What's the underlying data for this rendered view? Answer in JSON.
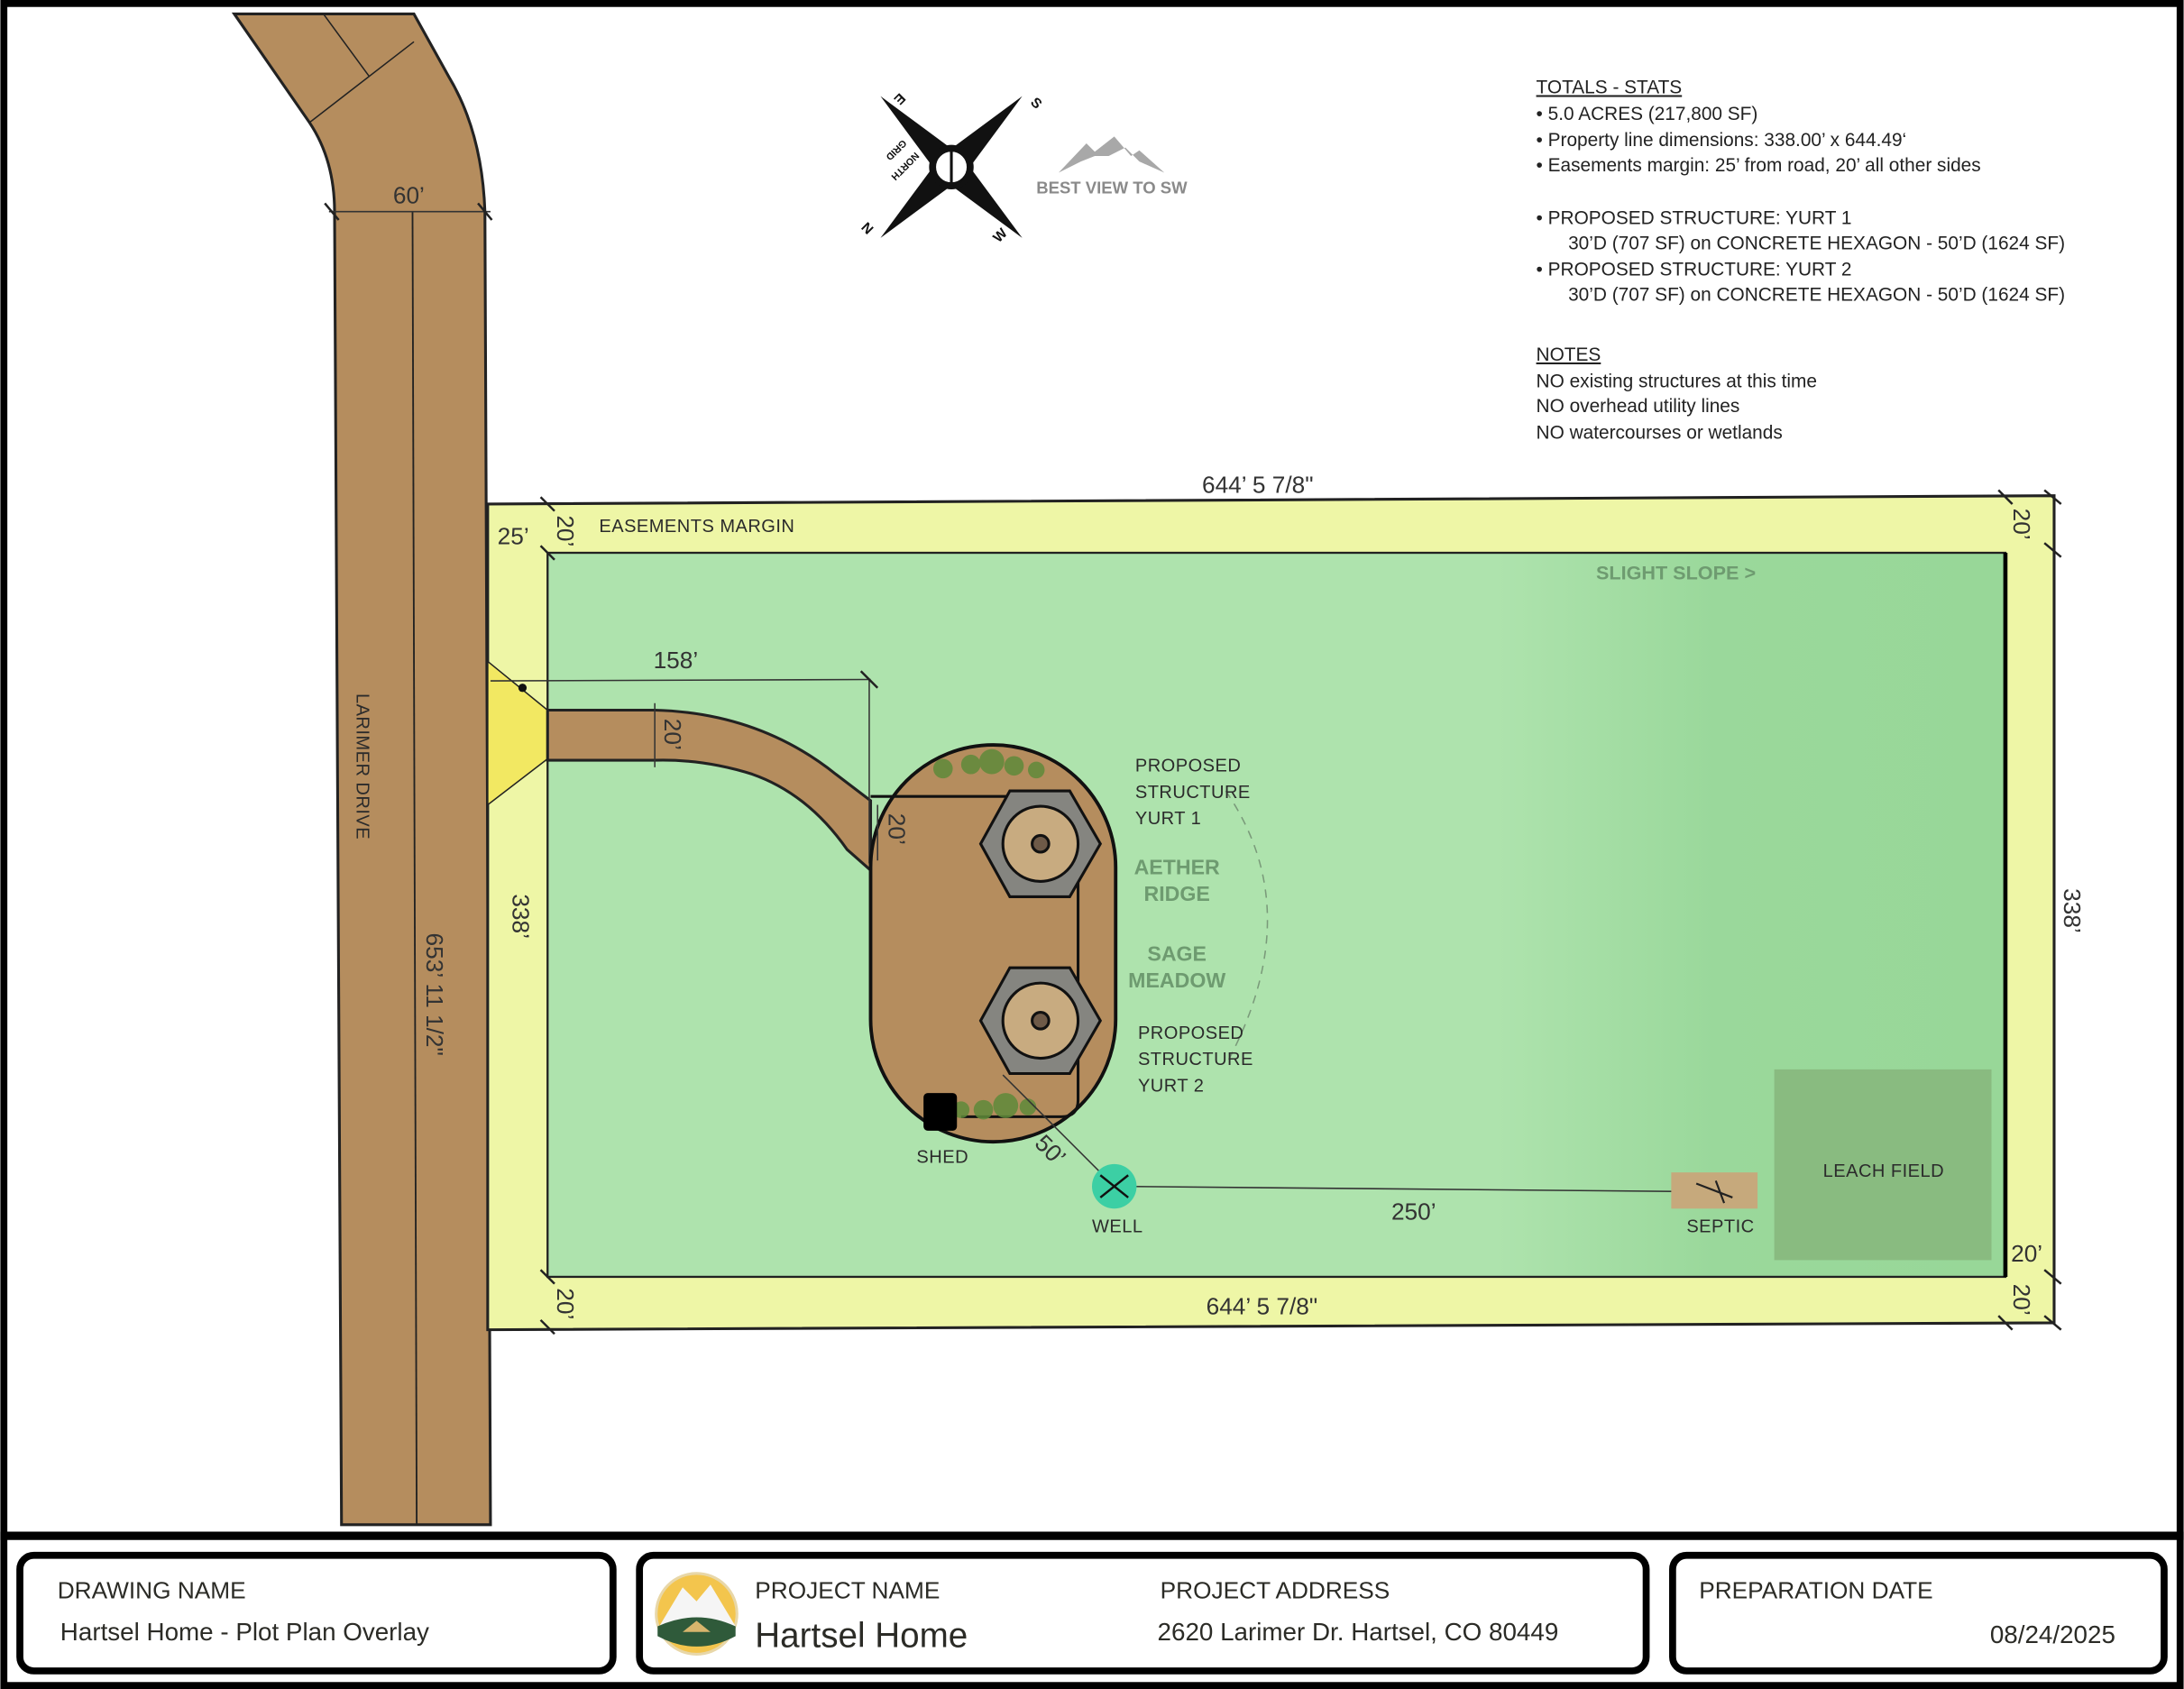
{
  "stats": {
    "heading": "TOTALS - STATS",
    "lines": [
      "• 5.0 ACRES (217,800 SF)",
      "• Property line dimensions: 338.00’ x 644.49‘",
      "• Easements margin: 25’ from road, 20’ all other sides",
      "• PROPOSED STRUCTURE: YURT 1",
      "30’D (707 SF) on CONCRETE HEXAGON - 50’D (1624 SF)",
      "• PROPOSED STRUCTURE: YURT 2",
      "30’D (707 SF) on CONCRETE HEXAGON - 50’D (1624 SF)"
    ]
  },
  "notes": {
    "heading": "NOTES",
    "lines": [
      "NO existing structures at this time",
      "NO overhead utility lines",
      "NO watercourses or wetlands"
    ]
  },
  "compass": {
    "n": "N",
    "s": "S",
    "e": "E",
    "w": "W",
    "grid": "GRID",
    "north": "NORTH"
  },
  "view_badge": "BEST VIEW TO SW",
  "labels": {
    "road": "LARIMER DRIVE",
    "easement": "EASEMENTS MARGIN",
    "slope": "SLIGHT SLOPE >",
    "yurt1": [
      "PROPOSED",
      "STRUCTURE",
      "YURT 1"
    ],
    "yurt2": [
      "PROPOSED",
      "STRUCTURE",
      "YURT 2"
    ],
    "area1": [
      "AETHER",
      "RIDGE"
    ],
    "area2": [
      "SAGE",
      "MEADOW"
    ],
    "shed": "SHED",
    "well": "WELL",
    "septic": "SEPTIC",
    "leach": "LEACH FIELD"
  },
  "dimensions": {
    "top": "644’ 5 7/8\"",
    "bottom": "644’ 5 7/8\"",
    "right": "338’",
    "left": "338’",
    "road_length": "653’ 11 1/2\"",
    "road_width": "60’",
    "road_setback": "25’",
    "setback_20_top_left": "20’",
    "setback_20_bottom_left": "20’",
    "setback_20_top_right": "20’",
    "setback_20_bottom_right_a": "20’",
    "setback_20_bottom_right_b": "20’",
    "drive_length": "158’",
    "drive_width": "20’",
    "pad_offset": "20’",
    "well_offset": "50’",
    "well_to_septic": "250’"
  },
  "title_block": {
    "drawing_name_label": "DRAWING NAME",
    "drawing_name": "Hartsel Home - Plot Plan Overlay",
    "project_name_label": "PROJECT NAME",
    "project_name": "Hartsel Home",
    "project_address_label": "PROJECT ADDRESS",
    "project_address": "2620 Larimer Dr. Hartsel, CO 80449",
    "date_label": "PREPARATION DATE",
    "date": "08/24/2025"
  },
  "colors": {
    "road": "#b58d5e",
    "easement": "#eef6a6",
    "lot": "#aee3ad",
    "well": "#3ccfa4"
  }
}
